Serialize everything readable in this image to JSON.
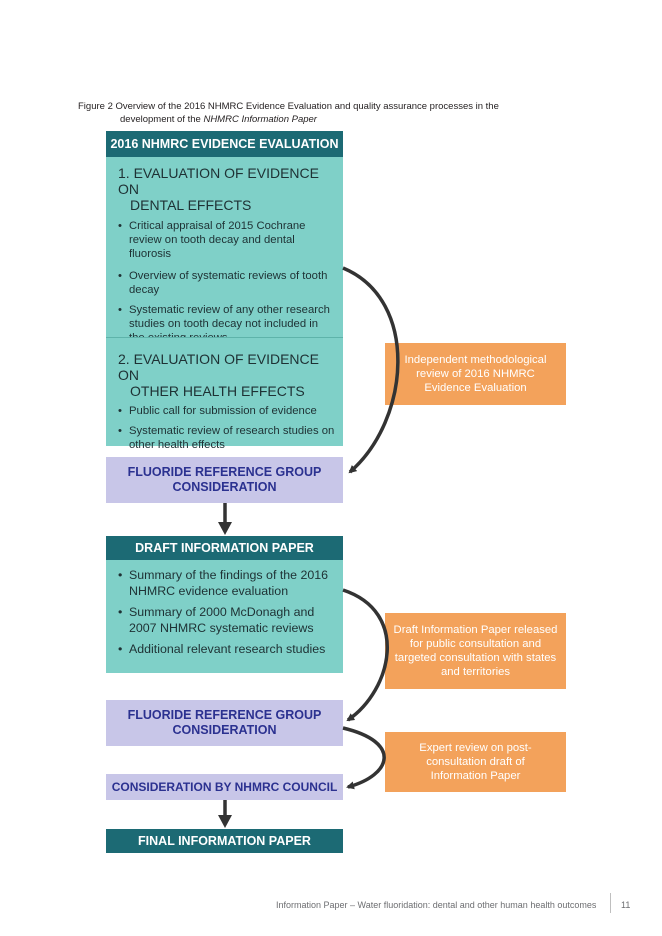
{
  "caption": {
    "line1": "Figure 2 Overview of the 2016 NHMRC Evidence Evaluation and quality assurance processes in the",
    "line2_prefix": "development of the ",
    "line2_italic": "NHMRC Information Paper"
  },
  "evaluation": {
    "header": "2016 NHMRC EVIDENCE EVALUATION",
    "section1": {
      "title_line1": "1. EVALUATION OF EVIDENCE ON",
      "title_line2": "DENTAL EFFECTS",
      "bullets": [
        "Critical appraisal of 2015 Cochrane review on tooth decay and dental fluorosis",
        "Overview of systematic reviews of tooth decay",
        "Systematic review of any other research studies on tooth decay not included in the existing reviews"
      ]
    },
    "section2": {
      "title_line1": "2. EVALUATION OF EVIDENCE ON",
      "title_line2": "OTHER HEALTH EFFECTS",
      "bullets": [
        "Public call for submission of evidence",
        "Systematic review of research studies on other health effects"
      ]
    }
  },
  "independent_review": "Independent methodological review of 2016 NHMRC Evidence Evaluation",
  "frg1": "FLUORIDE REFERENCE GROUP CONSIDERATION",
  "draft": {
    "header": "DRAFT INFORMATION PAPER",
    "bullets": [
      "Summary of the findings of the 2016 NHMRC evidence evaluation",
      "Summary of 2000 McDonagh and 2007 NHMRC systematic reviews",
      "Additional relevant research studies"
    ]
  },
  "public_consultation": "Draft Information Paper released for public consultation and targeted consultation with states and territories",
  "frg2": "FLUORIDE REFERENCE GROUP CONSIDERATION",
  "expert_review": "Expert review on post-consultation draft of Information Paper",
  "council": "CONSIDERATION BY NHMRC COUNCIL",
  "final": "FINAL INFORMATION PAPER",
  "footer": {
    "text": "Information Paper – Water fluoridation: dental and other human health outcomes",
    "page": "11"
  },
  "colors": {
    "teal_header": "#1c6a74",
    "teal_box": "#7fd0c8",
    "lavender": "#c8c6e8",
    "orange": "#f3a25b",
    "arrow": "#333333"
  }
}
